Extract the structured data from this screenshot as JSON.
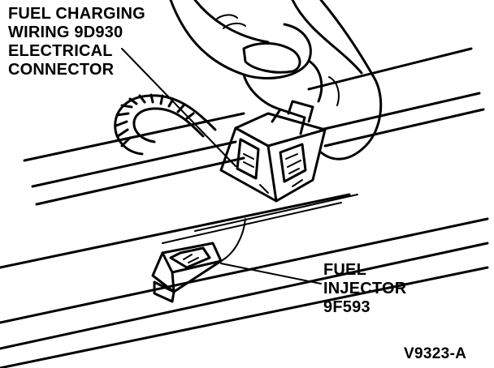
{
  "diagram": {
    "callouts": {
      "connector": {
        "lines": [
          "FUEL CHARGING",
          "WIRING 9D930",
          "ELECTRICAL",
          "CONNECTOR"
        ]
      },
      "injector": {
        "lines": [
          "FUEL",
          "INJECTOR",
          "9F593"
        ]
      }
    },
    "figure_code": "V9323-A"
  }
}
